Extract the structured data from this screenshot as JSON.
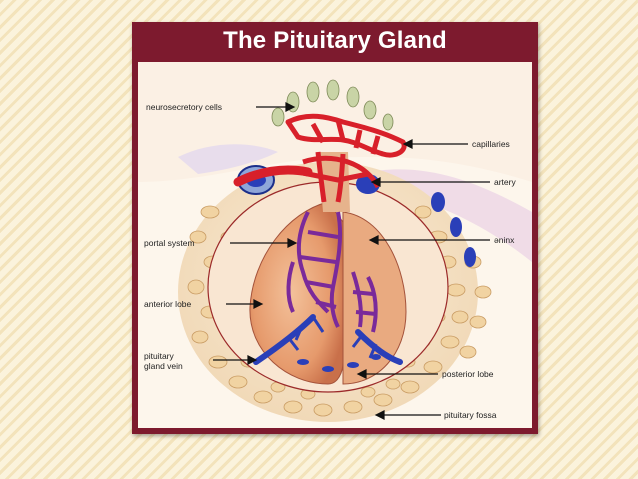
{
  "slide": {
    "title": "The Pituitary Gland"
  },
  "labels": {
    "neurosecretory_cells": "neurosecretory cells",
    "capillaries": "capillaries",
    "artery": "artery",
    "portal_system": "portal system",
    "xnine": "əninx",
    "anterior_lobe": "anterior lobe",
    "pituitary_gland_vein": "pituitary\ngland vein",
    "posterior_lobe": "posterior lobe",
    "pituitary_fossa": "pituitary fossa"
  },
  "colors": {
    "frame": "#7d1a2e",
    "background": "#fbf3dc",
    "vessel_red": "#d8202a",
    "vessel_purple": "#7a2a9a",
    "vessel_blue": "#2a3fb8",
    "gland": "#e9a67a",
    "bone": "#e8c89a"
  }
}
